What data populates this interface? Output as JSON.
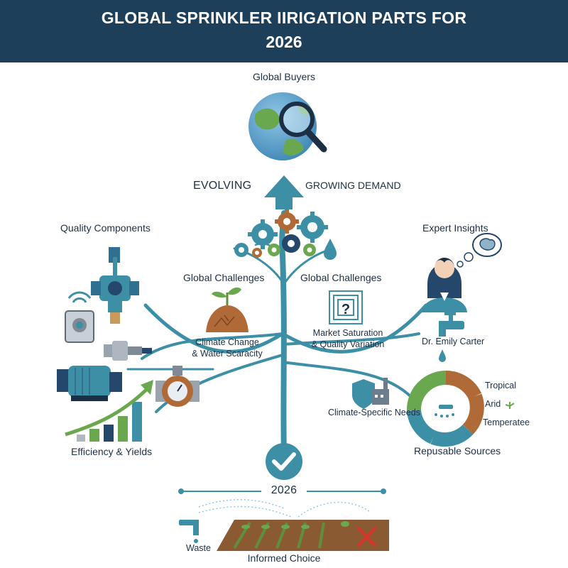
{
  "header": {
    "title_line1": "GLOBAL SPRINKLER IIRIGATION PARTS FOR",
    "title_line2": "2026"
  },
  "top": {
    "global_buyers": "Global Buyers",
    "evolving": "EVOLVING",
    "growing_demand": "GROWING DEMAND"
  },
  "left": {
    "quality_components": "Quality Components",
    "efficiency_yields": "Efficiency & Yields"
  },
  "center": {
    "challenges_left": "Global Challenges",
    "challenges_right": "Global Challenges",
    "climate_line1": "Climate Change",
    "climate_line2": "& Water Scaracity",
    "market_line1": "Market Saturation",
    "market_line2": "& Quality Variation",
    "question_mark": "?"
  },
  "right": {
    "expert_insights": "Expert Insights",
    "expert_name": "Dr. Emily Carter",
    "climate_needs": "Climate-Specific Needs",
    "tropical": "Tropical",
    "arid": "Arid",
    "temperate": "Temperatee",
    "sources": "Repusable Sources"
  },
  "bottom": {
    "year": "2026",
    "waste": "Waste",
    "informed_choice": "Informed Choice"
  },
  "colors": {
    "header_bg": "#1e3f5a",
    "teal": "#3d8fa6",
    "navy": "#24476b",
    "green": "#6aa84f",
    "brown": "#b06a37",
    "red": "#d9342b"
  },
  "icons": [
    "magnifier-globe-icon",
    "up-arrow-icon",
    "gears-icon",
    "water-drop-icon",
    "valve-icon",
    "wifi-controller-icon",
    "pipe-fitting-icon",
    "pump-icon",
    "pressure-gauge-icon",
    "growth-chart-icon",
    "sprout-soil-icon",
    "maze-question-icon",
    "expert-avatar-icon",
    "brain-thought-icon",
    "faucet-icon",
    "climate-ring-icon",
    "shield-factory-icon",
    "checkmark-icon",
    "field-sprinkler-icon"
  ]
}
